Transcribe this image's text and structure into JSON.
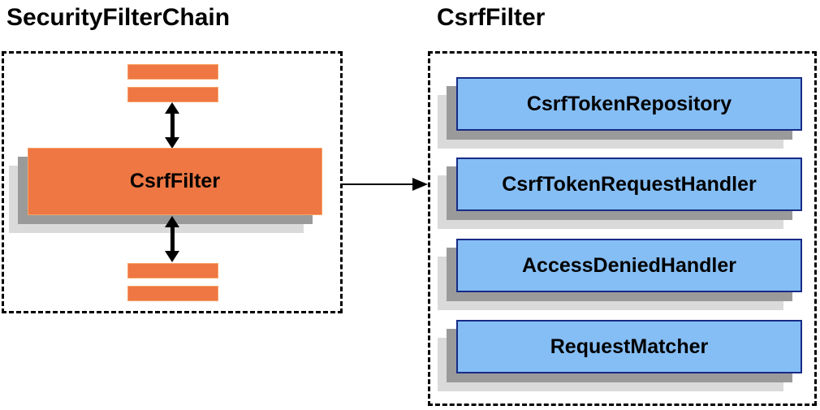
{
  "diagram": {
    "left_panel": {
      "title": "SecurityFilterChain",
      "csrf_filter_label": "CsrfFilter"
    },
    "right_panel": {
      "title": "CsrfFilter",
      "components": [
        "CsrfTokenRepository",
        "CsrfTokenRequestHandler",
        "AccessDeniedHandler",
        "RequestMatcher"
      ]
    },
    "colors": {
      "orange_fill": "#EE7743",
      "orange_border": "#F8A468",
      "blue_fill": "#85BEF5",
      "blue_border": "#182B86",
      "shadow_dark": "#9A9A9A",
      "shadow_light": "#DADADA",
      "outline_and_text": "#000000"
    }
  }
}
